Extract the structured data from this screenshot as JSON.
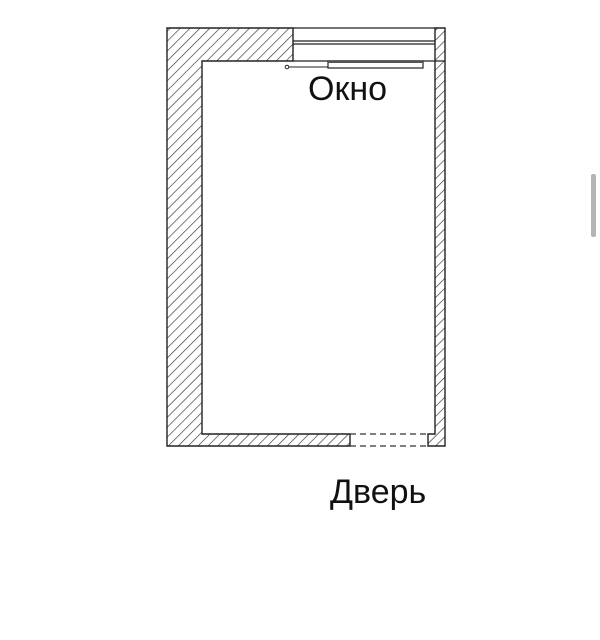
{
  "diagram": {
    "type": "floor-plan",
    "labels": {
      "window": "Окно",
      "door": "Дверь"
    },
    "colors": {
      "line": "#222222",
      "hatch": "#333333",
      "background": "#ffffff"
    }
  },
  "scrollbar": {
    "visible": true
  }
}
